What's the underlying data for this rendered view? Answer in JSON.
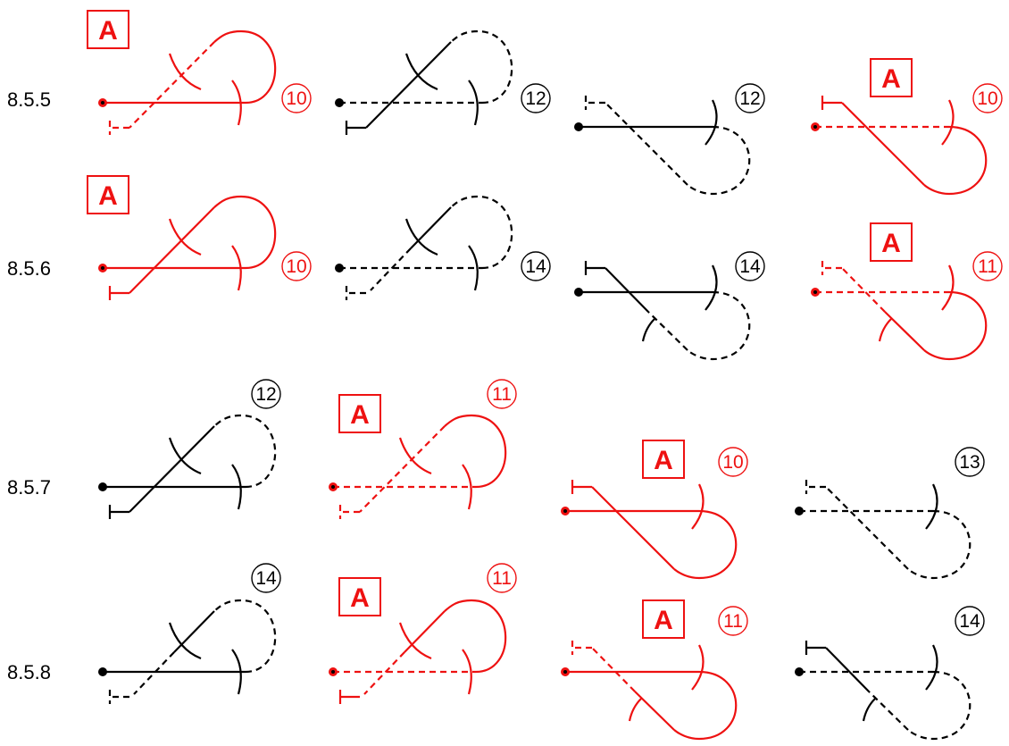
{
  "colors": {
    "highlight": "#ee1111",
    "normal": "#000000"
  },
  "badge_text": "A",
  "rows": [
    {
      "label": "8.5.5",
      "figures": [
        {
          "variant": 0,
          "loop": "solid",
          "diag": "dash",
          "base": "solid",
          "foot": "dash",
          "ticks": [
            "upper",
            "lower"
          ],
          "number": "10",
          "highlight": true,
          "badge": true
        },
        {
          "variant": 0,
          "loop": "dash",
          "diag": "solid",
          "base": "dash",
          "foot": "solid",
          "ticks": [
            "upper",
            "lower"
          ],
          "number": "12",
          "highlight": false,
          "badge": false
        },
        {
          "variant": 1,
          "loop": "dash",
          "diag": "dash",
          "base": "solid",
          "foot": "dash",
          "ticks": [
            "upper"
          ],
          "number": "12",
          "highlight": false,
          "badge": false
        },
        {
          "variant": 1,
          "loop": "solid",
          "diag": "solid",
          "base": "dash",
          "foot": "solid",
          "ticks": [
            "upper"
          ],
          "number": "10",
          "highlight": true,
          "badge": true
        }
      ]
    },
    {
      "label": "8.5.6",
      "figures": [
        {
          "variant": 0,
          "loop": "solid",
          "diag": "solid",
          "base": "solid",
          "foot": "solid",
          "ticks": [
            "upper",
            "lower"
          ],
          "number": "10",
          "highlight": true,
          "badge": true
        },
        {
          "variant": 0,
          "loop": "dash",
          "diag": "mixed",
          "base": "dash",
          "foot": "dash",
          "ticks": [
            "upper",
            "lower"
          ],
          "number": "14",
          "highlight": false,
          "badge": false
        },
        {
          "variant": 1,
          "loop": "dash",
          "diag": "mixed",
          "base": "solid",
          "foot": "solid",
          "ticks": [
            "upper",
            "lower"
          ],
          "number": "14",
          "highlight": false,
          "badge": false
        },
        {
          "variant": 1,
          "loop": "solid",
          "diag": "mixed",
          "base": "dash",
          "foot": "dash",
          "ticks": [
            "upper",
            "lower"
          ],
          "number": "11",
          "highlight": true,
          "badge": true
        }
      ]
    },
    {
      "label": "8.5.7",
      "figures": [
        {
          "variant": 0,
          "loop": "dash",
          "diag": "solid",
          "base": "solid",
          "foot": "solid",
          "ticks": [
            "upper",
            "lower"
          ],
          "number": "12",
          "highlight": false,
          "badge": false
        },
        {
          "variant": 0,
          "loop": "solid",
          "diag": "dash",
          "base": "dash",
          "foot": "dash",
          "ticks": [
            "upper",
            "lower"
          ],
          "number": "11",
          "highlight": true,
          "badge": true
        },
        {
          "variant": 1,
          "loop": "solid",
          "diag": "solid",
          "base": "solid",
          "foot": "solid",
          "ticks": [
            "upper"
          ],
          "number": "10",
          "highlight": true,
          "badge": true
        },
        {
          "variant": 1,
          "loop": "dash",
          "diag": "dash",
          "base": "dash",
          "foot": "dash",
          "ticks": [
            "upper"
          ],
          "number": "13",
          "highlight": false,
          "badge": false
        }
      ]
    },
    {
      "label": "8.5.8",
      "figures": [
        {
          "variant": 0,
          "loop": "dash",
          "diag": "mixed",
          "base": "solid",
          "foot": "dash",
          "ticks": [
            "upper",
            "lower"
          ],
          "number": "14",
          "highlight": false,
          "badge": false
        },
        {
          "variant": 0,
          "loop": "solid",
          "diag": "mixed",
          "base": "dash",
          "foot": "solid",
          "ticks": [
            "upper",
            "lower"
          ],
          "number": "11",
          "highlight": true,
          "badge": true
        },
        {
          "variant": 1,
          "loop": "solid",
          "diag": "mixed",
          "base": "solid",
          "foot": "dash",
          "ticks": [
            "upper",
            "lower"
          ],
          "number": "11",
          "highlight": true,
          "badge": true
        },
        {
          "variant": 1,
          "loop": "dash",
          "diag": "mixed",
          "base": "dash",
          "foot": "solid",
          "ticks": [
            "upper",
            "lower"
          ],
          "number": "14",
          "highlight": false,
          "badge": false
        }
      ]
    }
  ]
}
